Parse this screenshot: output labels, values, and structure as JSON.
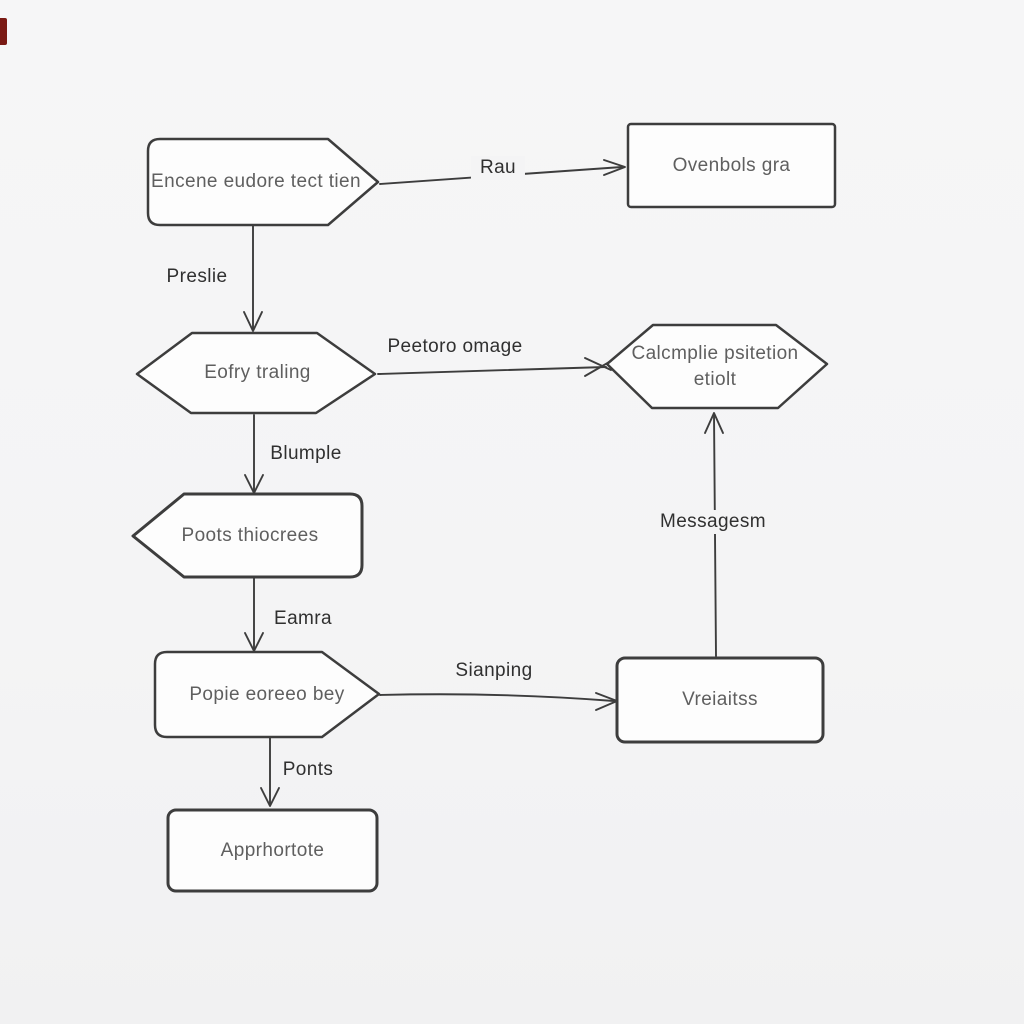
{
  "page": {
    "background_color": "#f4f4f5",
    "line_color": "#3d3d3d",
    "node_fill_color": "#fdfdfd",
    "node_text_color": "#5f5f5f",
    "edge_label_color": "#303030",
    "artifact_color": "#7a1a14"
  },
  "nodes": [
    {
      "id": "start",
      "shape": "pentagon-right",
      "label": "Encene eudore tect tien"
    },
    {
      "id": "overview",
      "shape": "rectangle",
      "label": "Ovenbols gra"
    },
    {
      "id": "hex-left",
      "shape": "hexagon",
      "label": "Eofry traling"
    },
    {
      "id": "hex-right",
      "shape": "hexagon",
      "label_line1": "Calcmplie psitetion",
      "label_line2": "etiolt"
    },
    {
      "id": "poots",
      "shape": "pentagon-left",
      "label": "Poots thiocrees"
    },
    {
      "id": "popie",
      "shape": "pentagon-right",
      "label": "Popie eoreeo bey"
    },
    {
      "id": "vreiaitss",
      "shape": "rectangle",
      "label": "Vreiaitss"
    },
    {
      "id": "appr",
      "shape": "rectangle",
      "label": "Apprhortote"
    }
  ],
  "edges": [
    {
      "from": "start",
      "to": "overview",
      "label": "Rau"
    },
    {
      "from": "start",
      "to": "hex-left",
      "label": "Preslie"
    },
    {
      "from": "hex-left",
      "to": "hex-right",
      "label": "Peetoro omage"
    },
    {
      "from": "hex-left",
      "to": "poots",
      "label": "Blumple"
    },
    {
      "from": "poots",
      "to": "popie",
      "label": "Eamra"
    },
    {
      "from": "popie",
      "to": "vreiaitss",
      "label": "Sianping"
    },
    {
      "from": "vreiaitss",
      "to": "hex-right",
      "label": "Messagesm"
    },
    {
      "from": "popie",
      "to": "appr",
      "label": "Ponts"
    }
  ]
}
